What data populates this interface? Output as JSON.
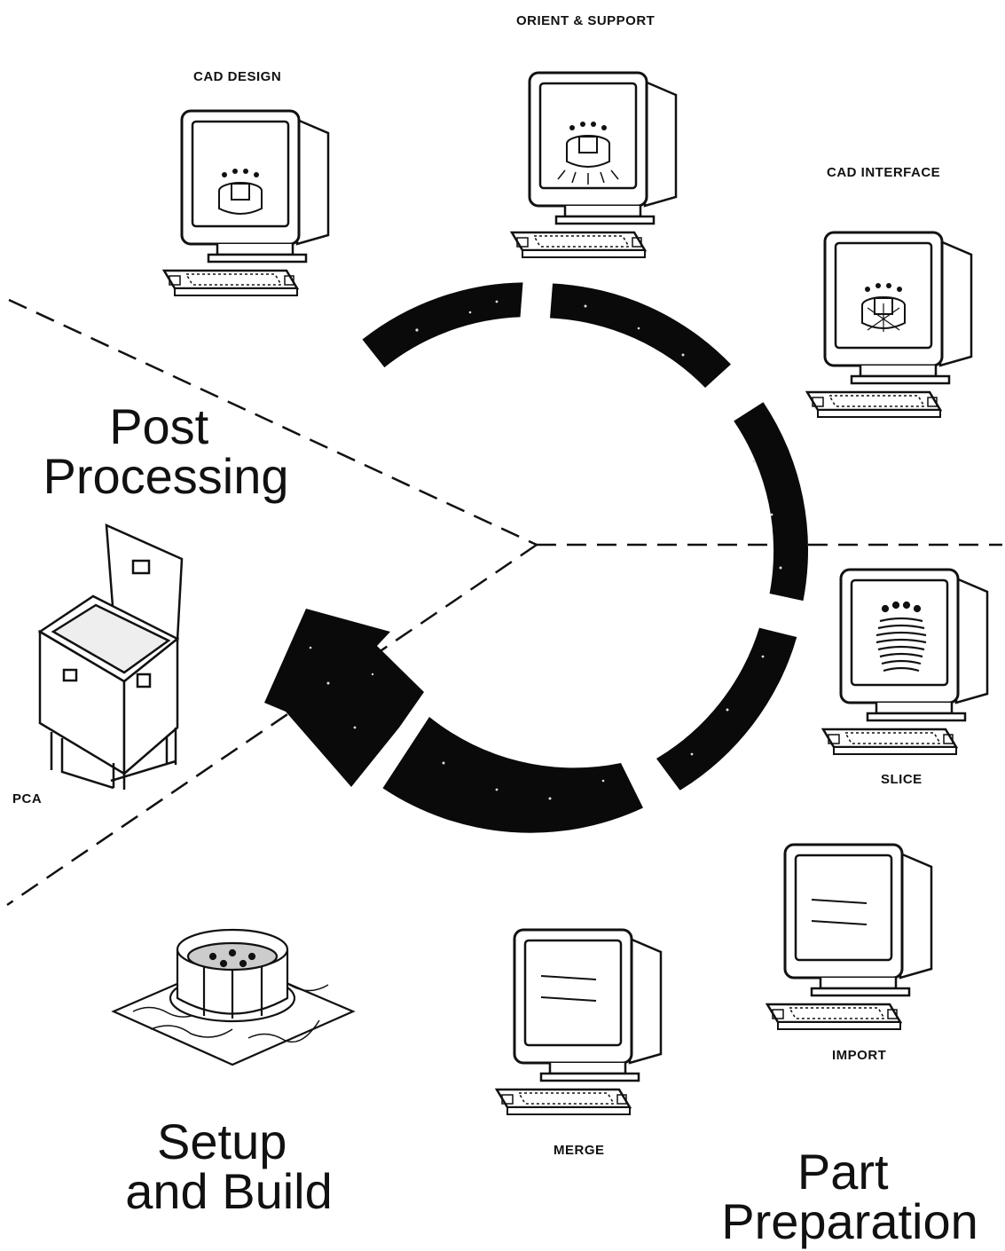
{
  "stations": {
    "cad_design": "CAD DESIGN",
    "orient_support": "ORIENT & SUPPORT",
    "cad_interface": "CAD INTERFACE",
    "slice": "SLICE",
    "import": "IMPORT",
    "merge": "MERGE",
    "pca": "PCA"
  },
  "phases": {
    "post_processing": [
      "Post",
      "Processing"
    ],
    "setup_build": [
      "Setup",
      "and Build"
    ],
    "part_preparation": [
      "Part",
      "Preparation"
    ]
  }
}
